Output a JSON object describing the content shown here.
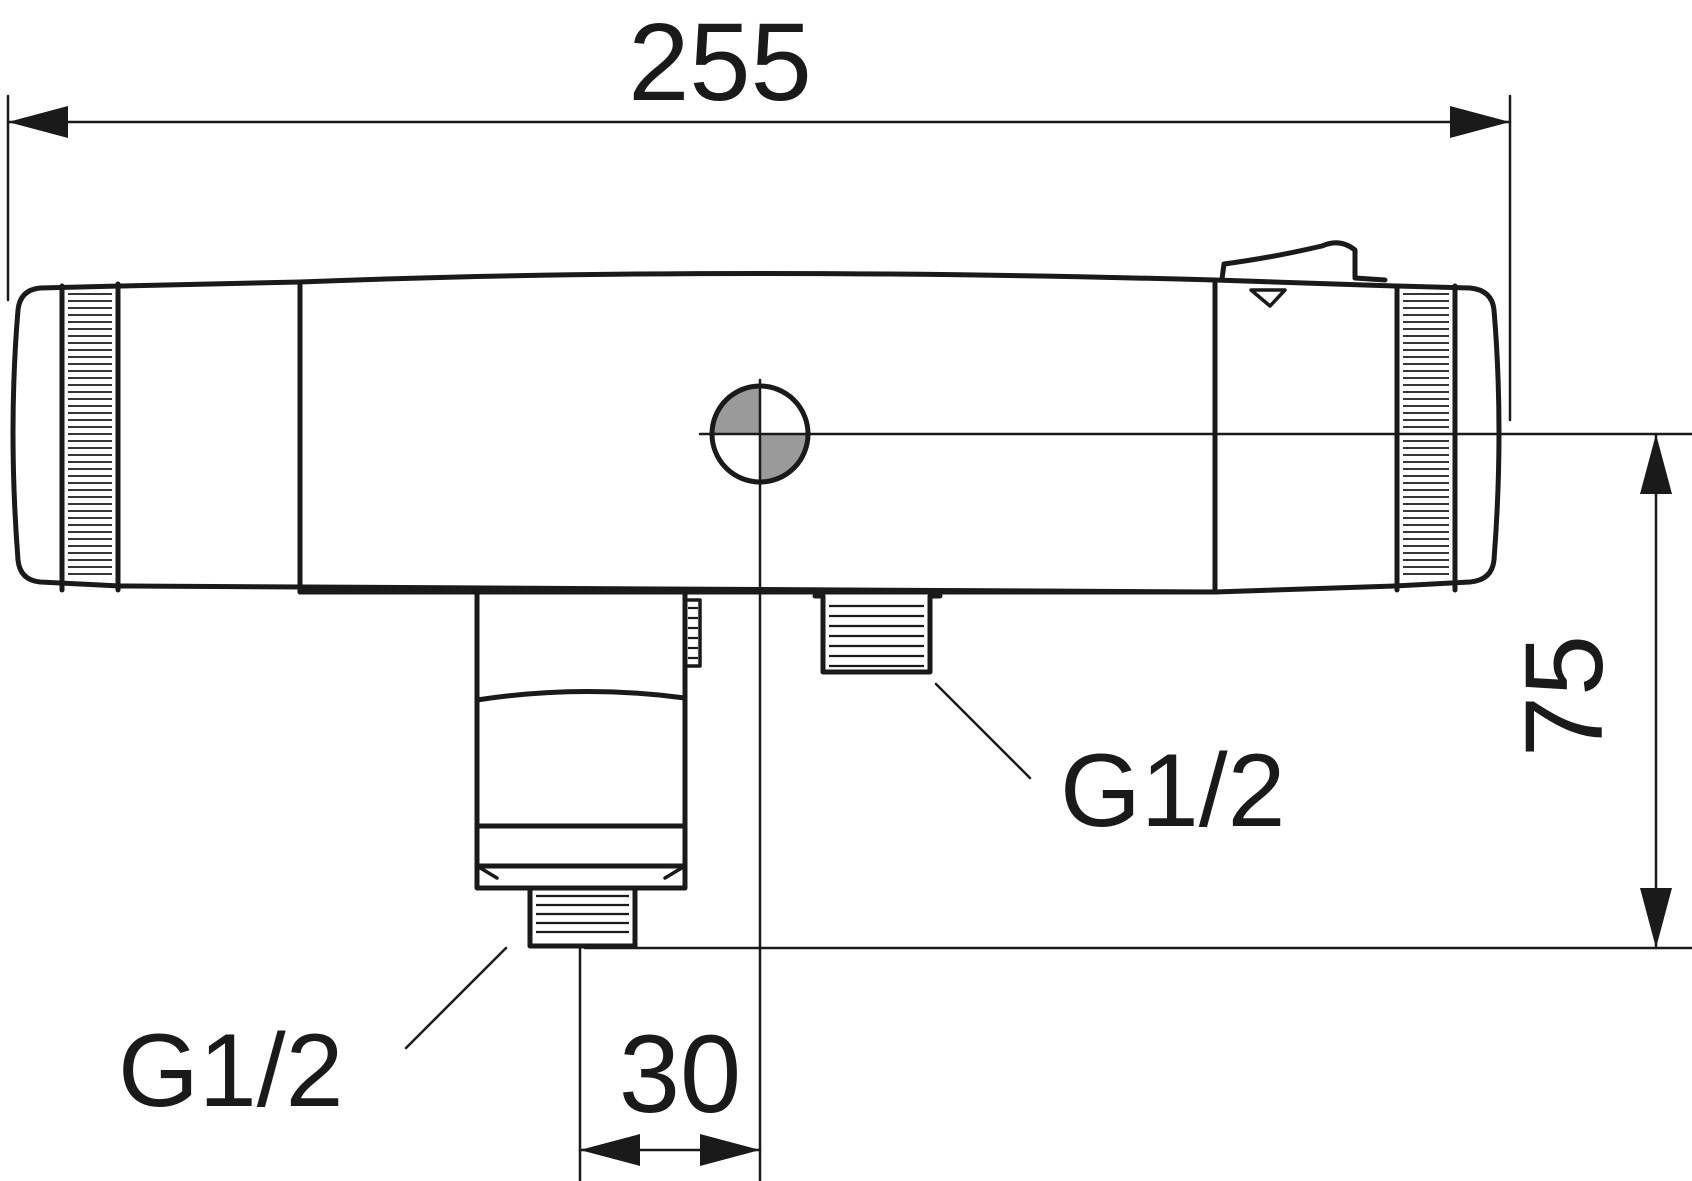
{
  "dimensions": {
    "overall_width": "255",
    "height": "75",
    "offset": "30"
  },
  "threads": {
    "outlet_right": "G1/2",
    "outlet_bottom": "G1/2"
  },
  "colors": {
    "line": "#1a1a1a",
    "marker_fill": "#9a9a9a",
    "background": "#ffffff"
  }
}
